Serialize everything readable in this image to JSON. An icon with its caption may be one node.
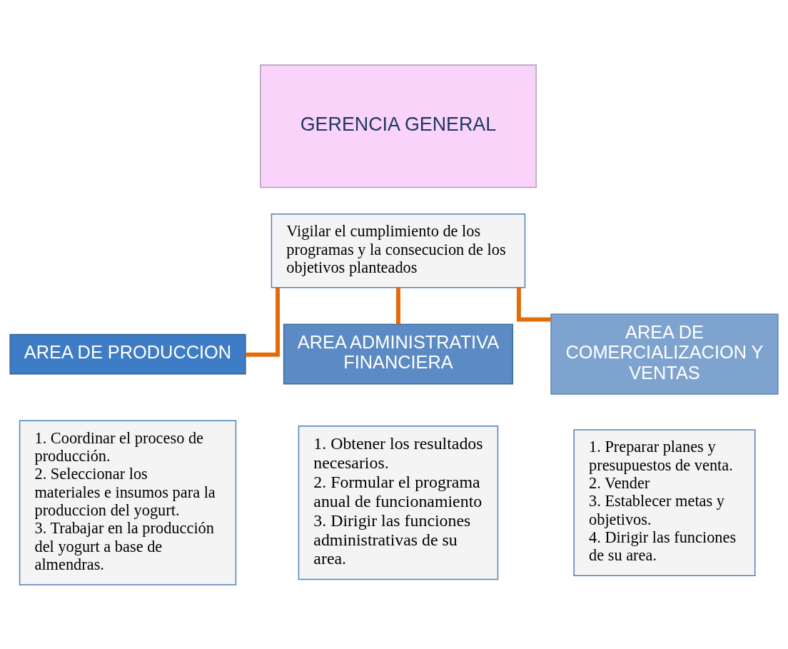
{
  "diagram": {
    "nodes": [
      {
        "text": [
          "GERENCIA GENERAL"
        ]
      },
      {
        "text": [
          "Vigilar el cumplimiento de los programas y la consecucion de los objetivos planteados"
        ]
      },
      {
        "text": [
          "AREA DE PRODUCCION"
        ]
      },
      {
        "text": [
          "1. Coordinar el proceso de producción.",
          "2. Seleccionar los materiales e insumos para la produccion del yogurt.",
          "3. Trabajar en la producción del yogurt a base de almendras."
        ]
      },
      {
        "text": [
          "AREA ADMINISTRATIVA FINANCIERA"
        ]
      },
      {
        "text": [
          "1. Obtener los resultados necesarios.",
          "2. Formular el programa anual de funcionamiento",
          "3. Dirigir las funciones administrativas de su area."
        ]
      },
      {
        "text": [
          "AREA DE COMERCIALIZACION Y VENTAS"
        ]
      },
      {
        "text": [
          "1. Preparar planes y presupuestos de venta.",
          "2. Vender",
          "3. Establecer metas y objetivos.",
          "4. Dirigir las funciones de su area."
        ]
      }
    ],
    "edges": [
      {
        "from": 1,
        "to": 2,
        "arrow": "none"
      },
      {
        "from": 1,
        "to": 4,
        "arrow": "none"
      },
      {
        "from": 1,
        "to": 6,
        "arrow": "none"
      }
    ]
  }
}
